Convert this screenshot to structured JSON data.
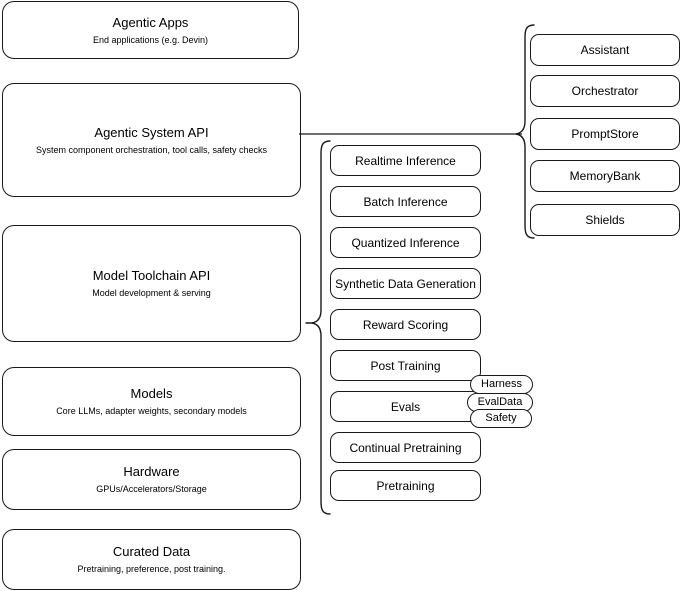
{
  "diagram": {
    "title": "Agentic AI stack layers",
    "stroke_color": "#1a1a1a",
    "background_color": "#ffffff"
  },
  "layers": [
    {
      "name": "agentic-apps",
      "title": "Agentic Apps",
      "subtitle": "End applications (e.g. Devin)"
    },
    {
      "name": "agentic-system-api",
      "title": "Agentic System API",
      "subtitle": "System component orchestration, tool calls, safety checks"
    },
    {
      "name": "model-toolchain-api",
      "title": "Model Toolchain API",
      "subtitle": "Model development & serving"
    },
    {
      "name": "models",
      "title": "Models",
      "subtitle": "Core LLMs, adapter weights, secondary models"
    },
    {
      "name": "hardware",
      "title": "Hardware",
      "subtitle": "GPUs/Accelerators/Storage"
    },
    {
      "name": "curated-data",
      "title": "Curated Data",
      "subtitle": "Pretraining, preference, post training."
    }
  ],
  "toolchain_capabilities": [
    {
      "name": "realtime-inference",
      "label": "Realtime Inference"
    },
    {
      "name": "batch-inference",
      "label": "Batch Inference"
    },
    {
      "name": "quantized-inference",
      "label": "Quantized Inference"
    },
    {
      "name": "synthetic-data-generation",
      "label": "Synthetic Data Generation"
    },
    {
      "name": "reward-scoring",
      "label": "Reward Scoring"
    },
    {
      "name": "post-training",
      "label": "Post Training"
    },
    {
      "name": "evals",
      "label": "Evals"
    },
    {
      "name": "continual-pretraining",
      "label": "Continual Pretraining"
    },
    {
      "name": "pretraining",
      "label": "Pretraining"
    }
  ],
  "evals_pills": [
    {
      "name": "harness",
      "label": "Harness"
    },
    {
      "name": "evaldata",
      "label": "EvalData"
    },
    {
      "name": "safety",
      "label": "Safety"
    }
  ],
  "system_components": [
    {
      "name": "assistant",
      "label": "Assistant"
    },
    {
      "name": "orchestrator",
      "label": "Orchestrator"
    },
    {
      "name": "promptstore",
      "label": "PromptStore"
    },
    {
      "name": "memorybank",
      "label": "MemoryBank"
    },
    {
      "name": "shields",
      "label": "Shields"
    }
  ]
}
